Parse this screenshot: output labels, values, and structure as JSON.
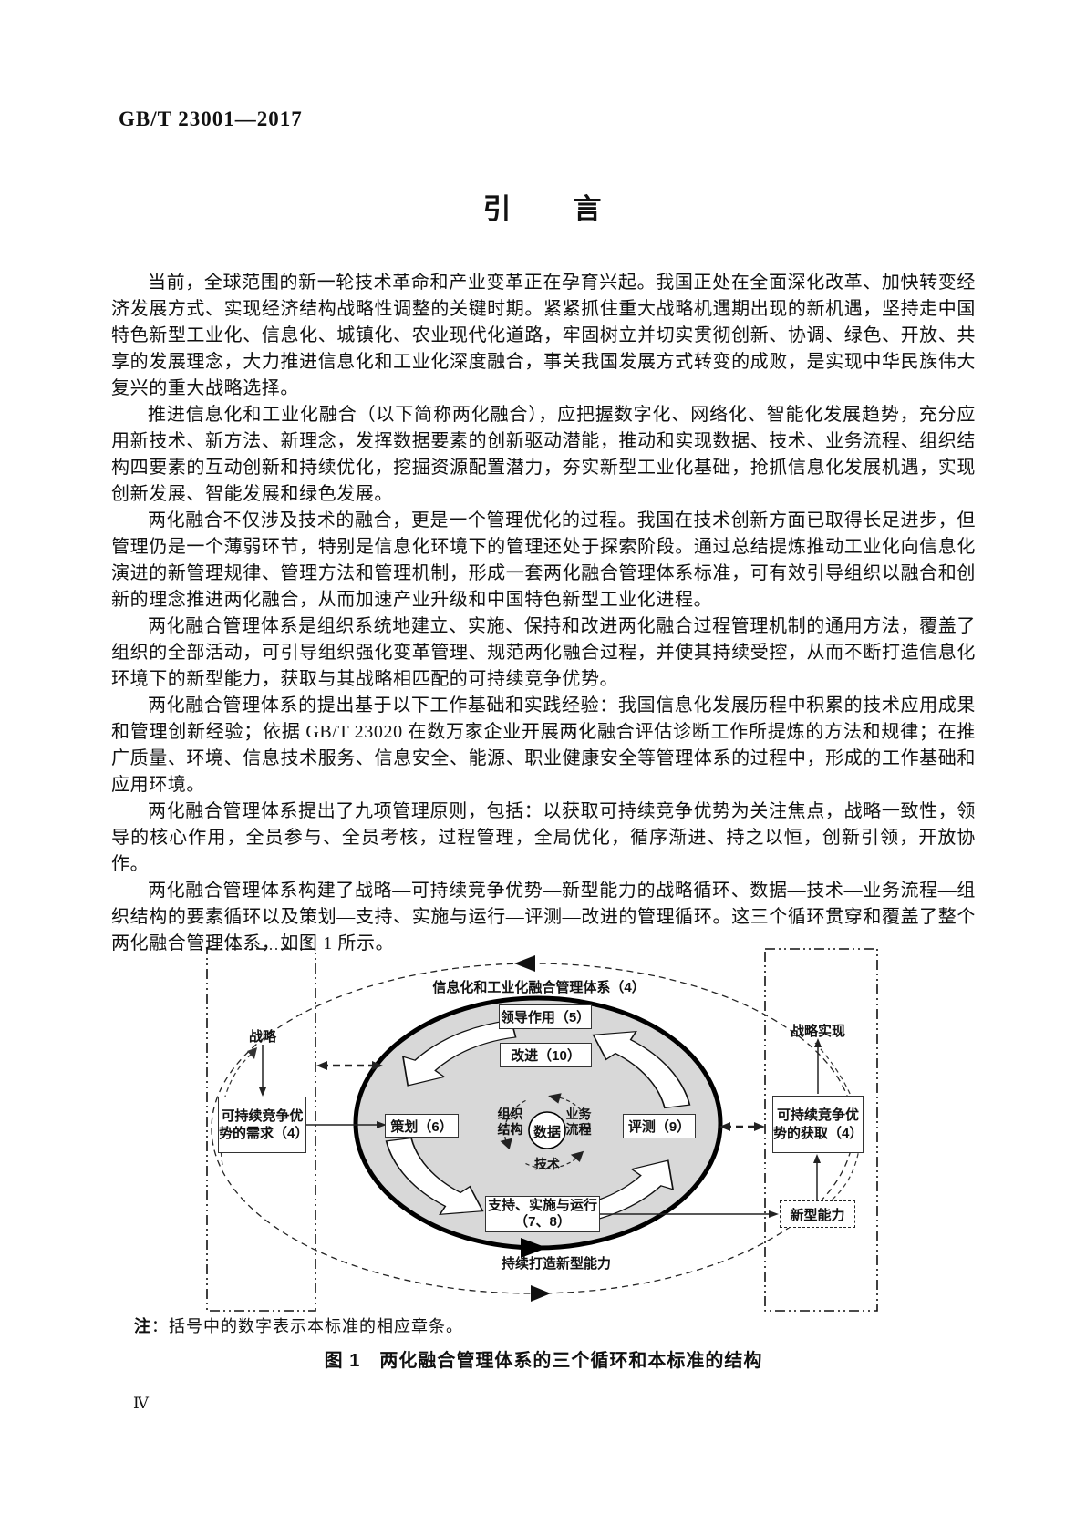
{
  "page": {
    "standard_number": "GB/T 23001—2017",
    "title": "引　　言",
    "page_number": "Ⅳ"
  },
  "body": {
    "paragraphs": [
      "当前，全球范围的新一轮技术革命和产业变革正在孕育兴起。我国正处在全面深化改革、加快转变经济发展方式、实现经济结构战略性调整的关键时期。紧紧抓住重大战略机遇期出现的新机遇，坚持走中国特色新型工业化、信息化、城镇化、农业现代化道路，牢固树立并切实贯彻创新、协调、绿色、开放、共享的发展理念，大力推进信息化和工业化深度融合，事关我国发展方式转变的成败，是实现中华民族伟大复兴的重大战略选择。",
      "推进信息化和工业化融合（以下简称两化融合），应把握数字化、网络化、智能化发展趋势，充分应用新技术、新方法、新理念，发挥数据要素的创新驱动潜能，推动和实现数据、技术、业务流程、组织结构四要素的互动创新和持续优化，挖掘资源配置潜力，夯实新型工业化基础，抢抓信息化发展机遇，实现创新发展、智能发展和绿色发展。",
      "两化融合不仅涉及技术的融合，更是一个管理优化的过程。我国在技术创新方面已取得长足进步，但管理仍是一个薄弱环节，特别是信息化环境下的管理还处于探索阶段。通过总结提炼推动工业化向信息化演进的新管理规律、管理方法和管理机制，形成一套两化融合管理体系标准，可有效引导组织以融合和创新的理念推进两化融合，从而加速产业升级和中国特色新型工业化进程。",
      "两化融合管理体系是组织系统地建立、实施、保持和改进两化融合过程管理机制的通用方法，覆盖了组织的全部活动，可引导组织强化变革管理、规范两化融合过程，并使其持续受控，从而不断打造信息化环境下的新型能力，获取与其战略相匹配的可持续竞争优势。",
      "两化融合管理体系的提出基于以下工作基础和实践经验：我国信息化发展历程中积累的技术应用成果和管理创新经验；依据 GB/T 23020 在数万家企业开展两化融合评估诊断工作所提炼的方法和规律；在推广质量、环境、信息技术服务、信息安全、能源、职业健康安全等管理体系的过程中，形成的工作基础和应用环境。",
      "两化融合管理体系提出了九项管理原则，包括：以获取可持续竞争优势为关注焦点，战略一致性，领导的核心作用，全员参与、全员考核，过程管理，全局优化，循序渐进、持之以恒，创新引领，开放协作。",
      "两化融合管理体系构建了战略—可持续竞争优势—新型能力的战略循环、数据—技术—业务流程—组织结构的要素循环以及策划—支持、实施与运行—评测—改进的管理循环。这三个循环贯穿和覆盖了整个两化融合管理体系，如图 1 所示。"
    ]
  },
  "figure": {
    "note_label": "注",
    "note_text": "：括号中的数字表示本标准的相应章条。",
    "caption": "图 1　两化融合管理体系的三个循环和本标准的结构",
    "labels": {
      "system": "信息化和工业化融合管理体系（4）",
      "strategy": "战略",
      "strategy_realization": "战略实现",
      "demand": "可持续竞争优势的需求（4）",
      "obtain": "可持续竞争优势的获取（4）",
      "leadership": "领导作用（5）",
      "improvement": "改进（10）",
      "planning": "策划（6）",
      "assessment": "评测（9）",
      "support": "支持、实施与运行（7、8）",
      "new_capability": "新型能力",
      "data": "数据",
      "org_structure": "组织结构",
      "biz_process": "业务流程",
      "technology": "技术",
      "build_capability": "持续打造新型能力"
    },
    "colors": {
      "ellipse_fill": "#d8d8d8",
      "line": "#111111"
    }
  }
}
